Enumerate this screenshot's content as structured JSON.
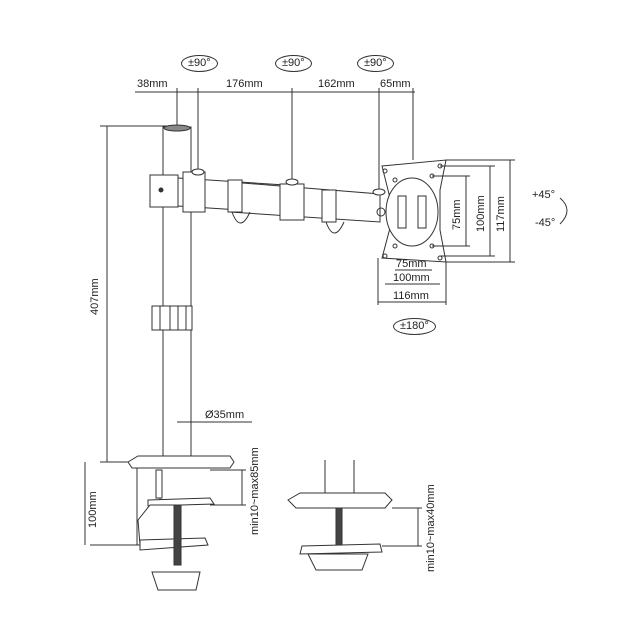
{
  "diagram": {
    "subject": "single monitor desk mount arm",
    "rotation_labels": {
      "joint_1": "±90°",
      "joint_2": "±90°",
      "joint_3": "±90°",
      "vesa_rotate": "±180°",
      "tilt_up": "+45°",
      "tilt_down": "-45°"
    },
    "horizontal_dimensions": {
      "pole_offset": "38mm",
      "arm_segment_1": "176mm",
      "arm_segment_2": "162mm",
      "head_offset": "65mm"
    },
    "vesa_dimensions": {
      "width_75": "75mm",
      "width_100": "100mm",
      "width_116": "116mm",
      "height_75": "75mm",
      "height_100": "100mm",
      "height_117": "117mm"
    },
    "pole": {
      "height": "407mm",
      "diameter": "Ø35mm"
    },
    "clamp": {
      "height": "100mm",
      "clamp_range": "min10~max85mm"
    },
    "grommet": {
      "range": "min10~max40mm"
    }
  }
}
